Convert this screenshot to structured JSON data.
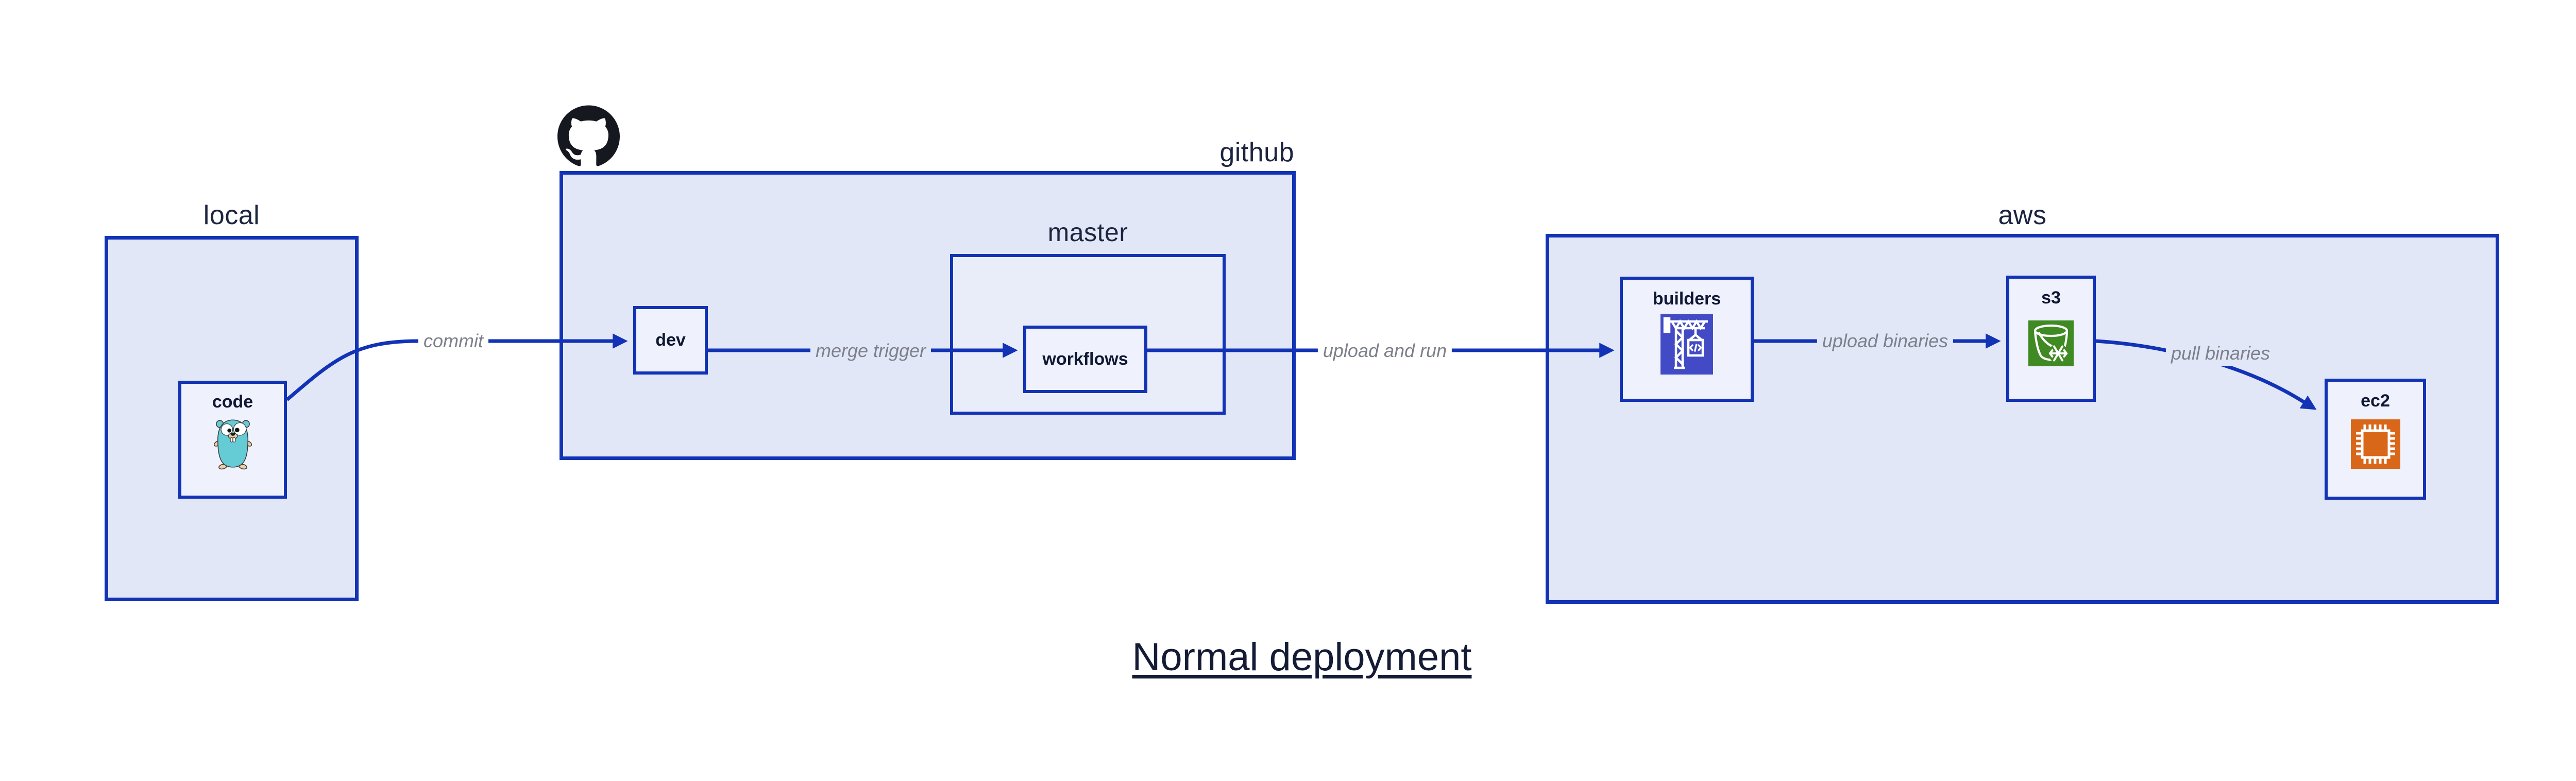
{
  "title": "Normal deployment",
  "colors": {
    "accent": "#1233b5",
    "fill-outer": "#e2e7f8",
    "fill-mid": "#e9edfa",
    "fill-inner": "#eff2fc",
    "ink": "#1c2440",
    "ink-strong": "#101834",
    "muted": "#7d808b",
    "title-ink": "#141b35",
    "codebuild-purple": "#424bc5",
    "s3-green": "#3f8a23",
    "ec2-orange": "#d8671a",
    "gopher-teal": "#65ccd6",
    "octocat-black": "#15181e"
  },
  "containers": {
    "local": {
      "label": "local"
    },
    "github": {
      "label": "github"
    },
    "master": {
      "label": "master"
    },
    "aws": {
      "label": "aws"
    }
  },
  "nodes": {
    "code": {
      "label": "code",
      "icon": "go-gopher-icon"
    },
    "dev": {
      "label": "dev"
    },
    "workflows": {
      "label": "workflows"
    },
    "builders": {
      "label": "builders",
      "icon": "codebuild-crane-icon"
    },
    "s3": {
      "label": "s3",
      "icon": "s3-glacier-bucket-icon"
    },
    "ec2": {
      "label": "ec2",
      "icon": "ec2-chip-icon"
    }
  },
  "edges": {
    "commit": {
      "label": "commit",
      "from": "code",
      "to": "dev"
    },
    "merge_trigger": {
      "label": "merge trigger",
      "from": "dev",
      "to": "workflows"
    },
    "upload_and_run": {
      "label": "upload and run",
      "from": "workflows",
      "to": "builders"
    },
    "upload_binaries": {
      "label": "upload binaries",
      "from": "builders",
      "to": "s3"
    },
    "pull_binaries": {
      "label": "pull binaries",
      "from": "s3",
      "to": "ec2"
    }
  }
}
